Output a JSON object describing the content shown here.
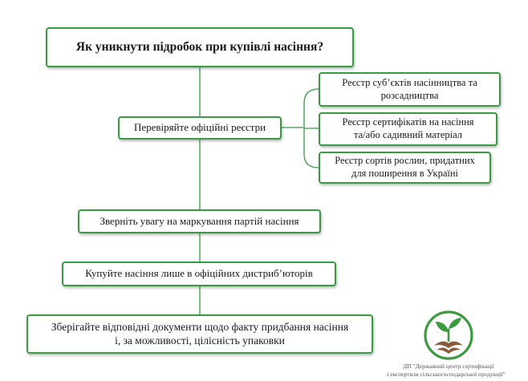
{
  "title": "Як уникнути підробок при купівлі насіння?",
  "steps": {
    "registries": "Перевіряйте офіційні реєстри",
    "labeling": "Зверніть увагу на маркування партій насіння",
    "distributors": "Купуйте насіння лише в офіційних дистриб’юторів",
    "documents_line1": "Зберігайте відповідні документи щодо факту придбання насіння",
    "documents_line2": "і, за можливості, цілісність упаковки"
  },
  "registries": [
    {
      "line1": "Реєстр суб’єктів насінництва та",
      "line2": "розсадництва"
    },
    {
      "line1": "Реєстр сертифікатів на насіння",
      "line2": "та/або садивний матеріал"
    },
    {
      "line1": "Реєстр сортів рослин, придатних",
      "line2": "для поширення в Україні"
    }
  ],
  "logo": {
    "line1": "ДП \"Державний центр сертифікації",
    "line2": "і експертизи сільськогосподарської продукції\"",
    "icon": "sprout-in-hands-icon"
  },
  "colors": {
    "border": "#3a9b43",
    "connector": "#3a9b43",
    "logo_green": "#3c9a3f",
    "logo_brown": "#8a5a3c"
  }
}
